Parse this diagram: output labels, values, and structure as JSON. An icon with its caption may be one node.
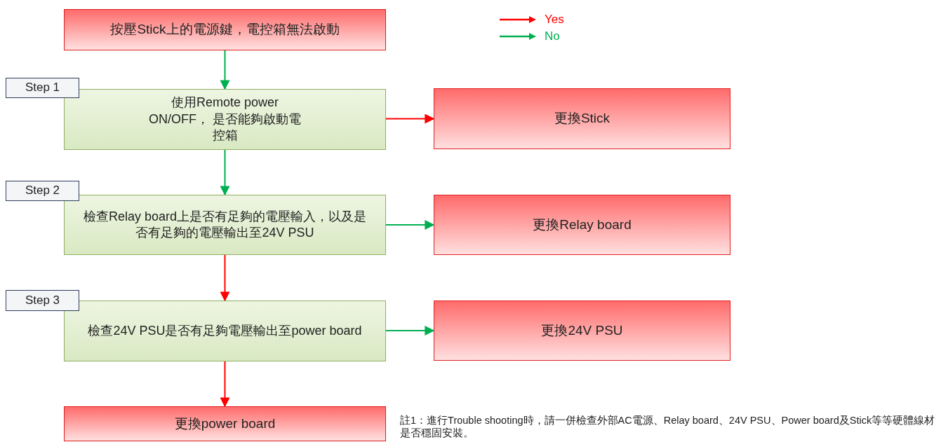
{
  "diagram": {
    "nodes": [
      {
        "text": [
          "按壓Stick上的電源鍵，電控箱無法啟動"
        ]
      },
      {
        "text": [
          "Step 1"
        ]
      },
      {
        "text": [
          "使用Remote power ON/OFF， 是否能夠啟動電控箱"
        ]
      },
      {
        "text": [
          "更換Stick"
        ]
      },
      {
        "text": [
          "Step 2"
        ]
      },
      {
        "text": [
          "檢查Relay board上是否有足夠的電壓輸入，以及是否有足夠的電壓輸出至24V PSU"
        ]
      },
      {
        "text": [
          "更換Relay board"
        ]
      },
      {
        "text": [
          "Step 3"
        ]
      },
      {
        "text": [
          "檢查24V PSU是否有足夠電壓輸出至power board"
        ]
      },
      {
        "text": [
          "更換24V PSU"
        ]
      },
      {
        "text": [
          "更換power board"
        ]
      }
    ],
    "edges": [
      {
        "from": 0,
        "to": 2,
        "arrow": "to",
        "color": "#00b050"
      },
      {
        "from": 2,
        "to": 3,
        "arrow": "to",
        "color": "#ff0000"
      },
      {
        "from": 2,
        "to": 5,
        "arrow": "to",
        "color": "#00b050"
      },
      {
        "from": 5,
        "to": 6,
        "arrow": "to",
        "color": "#00b050"
      },
      {
        "from": 5,
        "to": 8,
        "arrow": "to",
        "color": "#ff0000"
      },
      {
        "from": 8,
        "to": 9,
        "arrow": "to",
        "color": "#00b050"
      },
      {
        "from": 8,
        "to": 10,
        "arrow": "to",
        "color": "#ff0000"
      }
    ],
    "labels": [
      "註1：進行Trouble shooting時，請一併檢查外部AC電源、Relay board、24V PSU、Power board及Stick等等硬體線材是否穩固安裝。"
    ],
    "legend": [
      {
        "text": "Yes",
        "color": "#ff0000"
      },
      {
        "text": "No",
        "color": "#00b050"
      }
    ]
  }
}
